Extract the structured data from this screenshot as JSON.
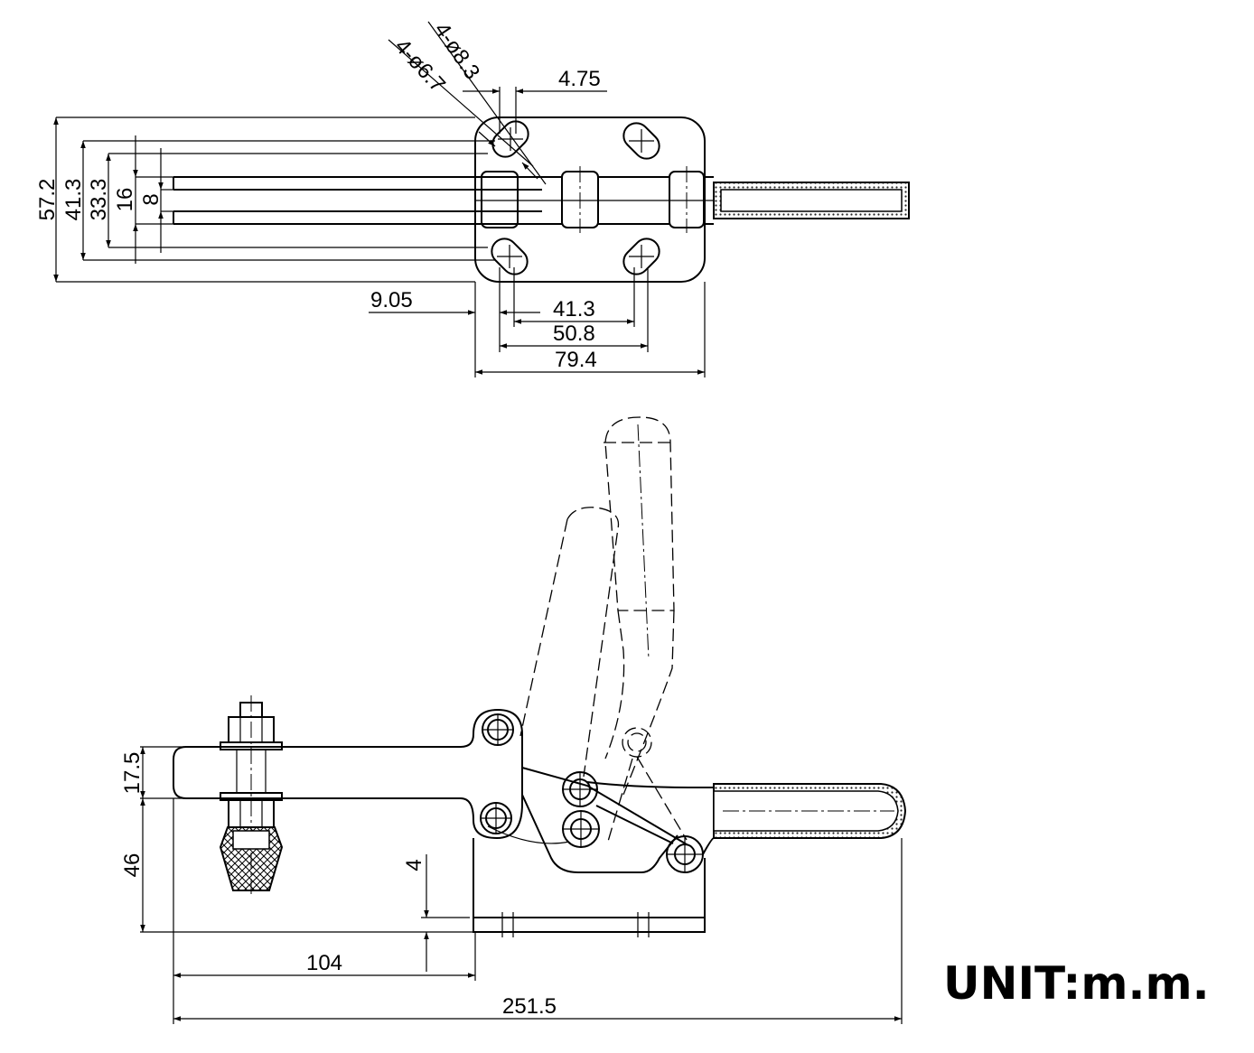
{
  "top_view": {
    "hole_small": "4-ø6.7",
    "hole_large": "4-ø8.3",
    "dim_slot_offset": "4.75",
    "dim_width_overall": "57.2",
    "dim_width_outer_holes": "41.3",
    "dim_width_inner": "33.3",
    "dim_width_bar": "16",
    "dim_width_slot": "8",
    "dim_edge_offset": "9.05",
    "dim_hole_pitch_inner": "41.3",
    "dim_hole_pitch_outer": "50.8",
    "dim_base_length": "79.4"
  },
  "side_view": {
    "dim_arm_height": "17.5",
    "dim_base_height": "46",
    "dim_base_thickness": "4",
    "dim_reach": "104",
    "dim_overall_length": "251.5"
  },
  "unit_label": "UNIT:m.m."
}
